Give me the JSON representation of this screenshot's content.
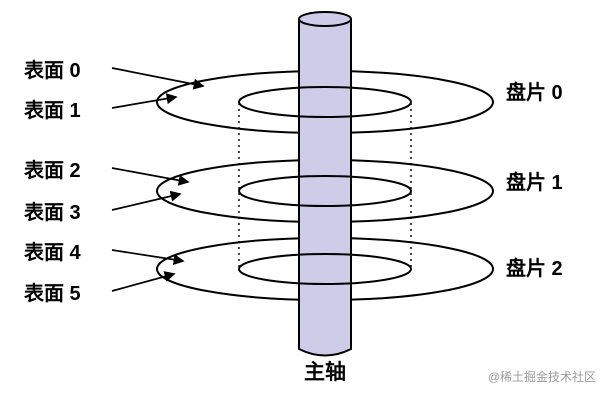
{
  "diagram": {
    "surface_labels": [
      "表面 0",
      "表面 1",
      "表面 2",
      "表面 3",
      "表面 4",
      "表面 5"
    ],
    "platter_labels": [
      "盘片 0",
      "盘片 1",
      "盘片 2"
    ],
    "spindle_label": "主轴",
    "colors": {
      "spindle_fill": "#cdcde9",
      "outline": "#000000",
      "platter_fill": "#ffffff",
      "watermark": "#9b9b9b"
    }
  },
  "watermark": "@稀土掘金技术社区"
}
